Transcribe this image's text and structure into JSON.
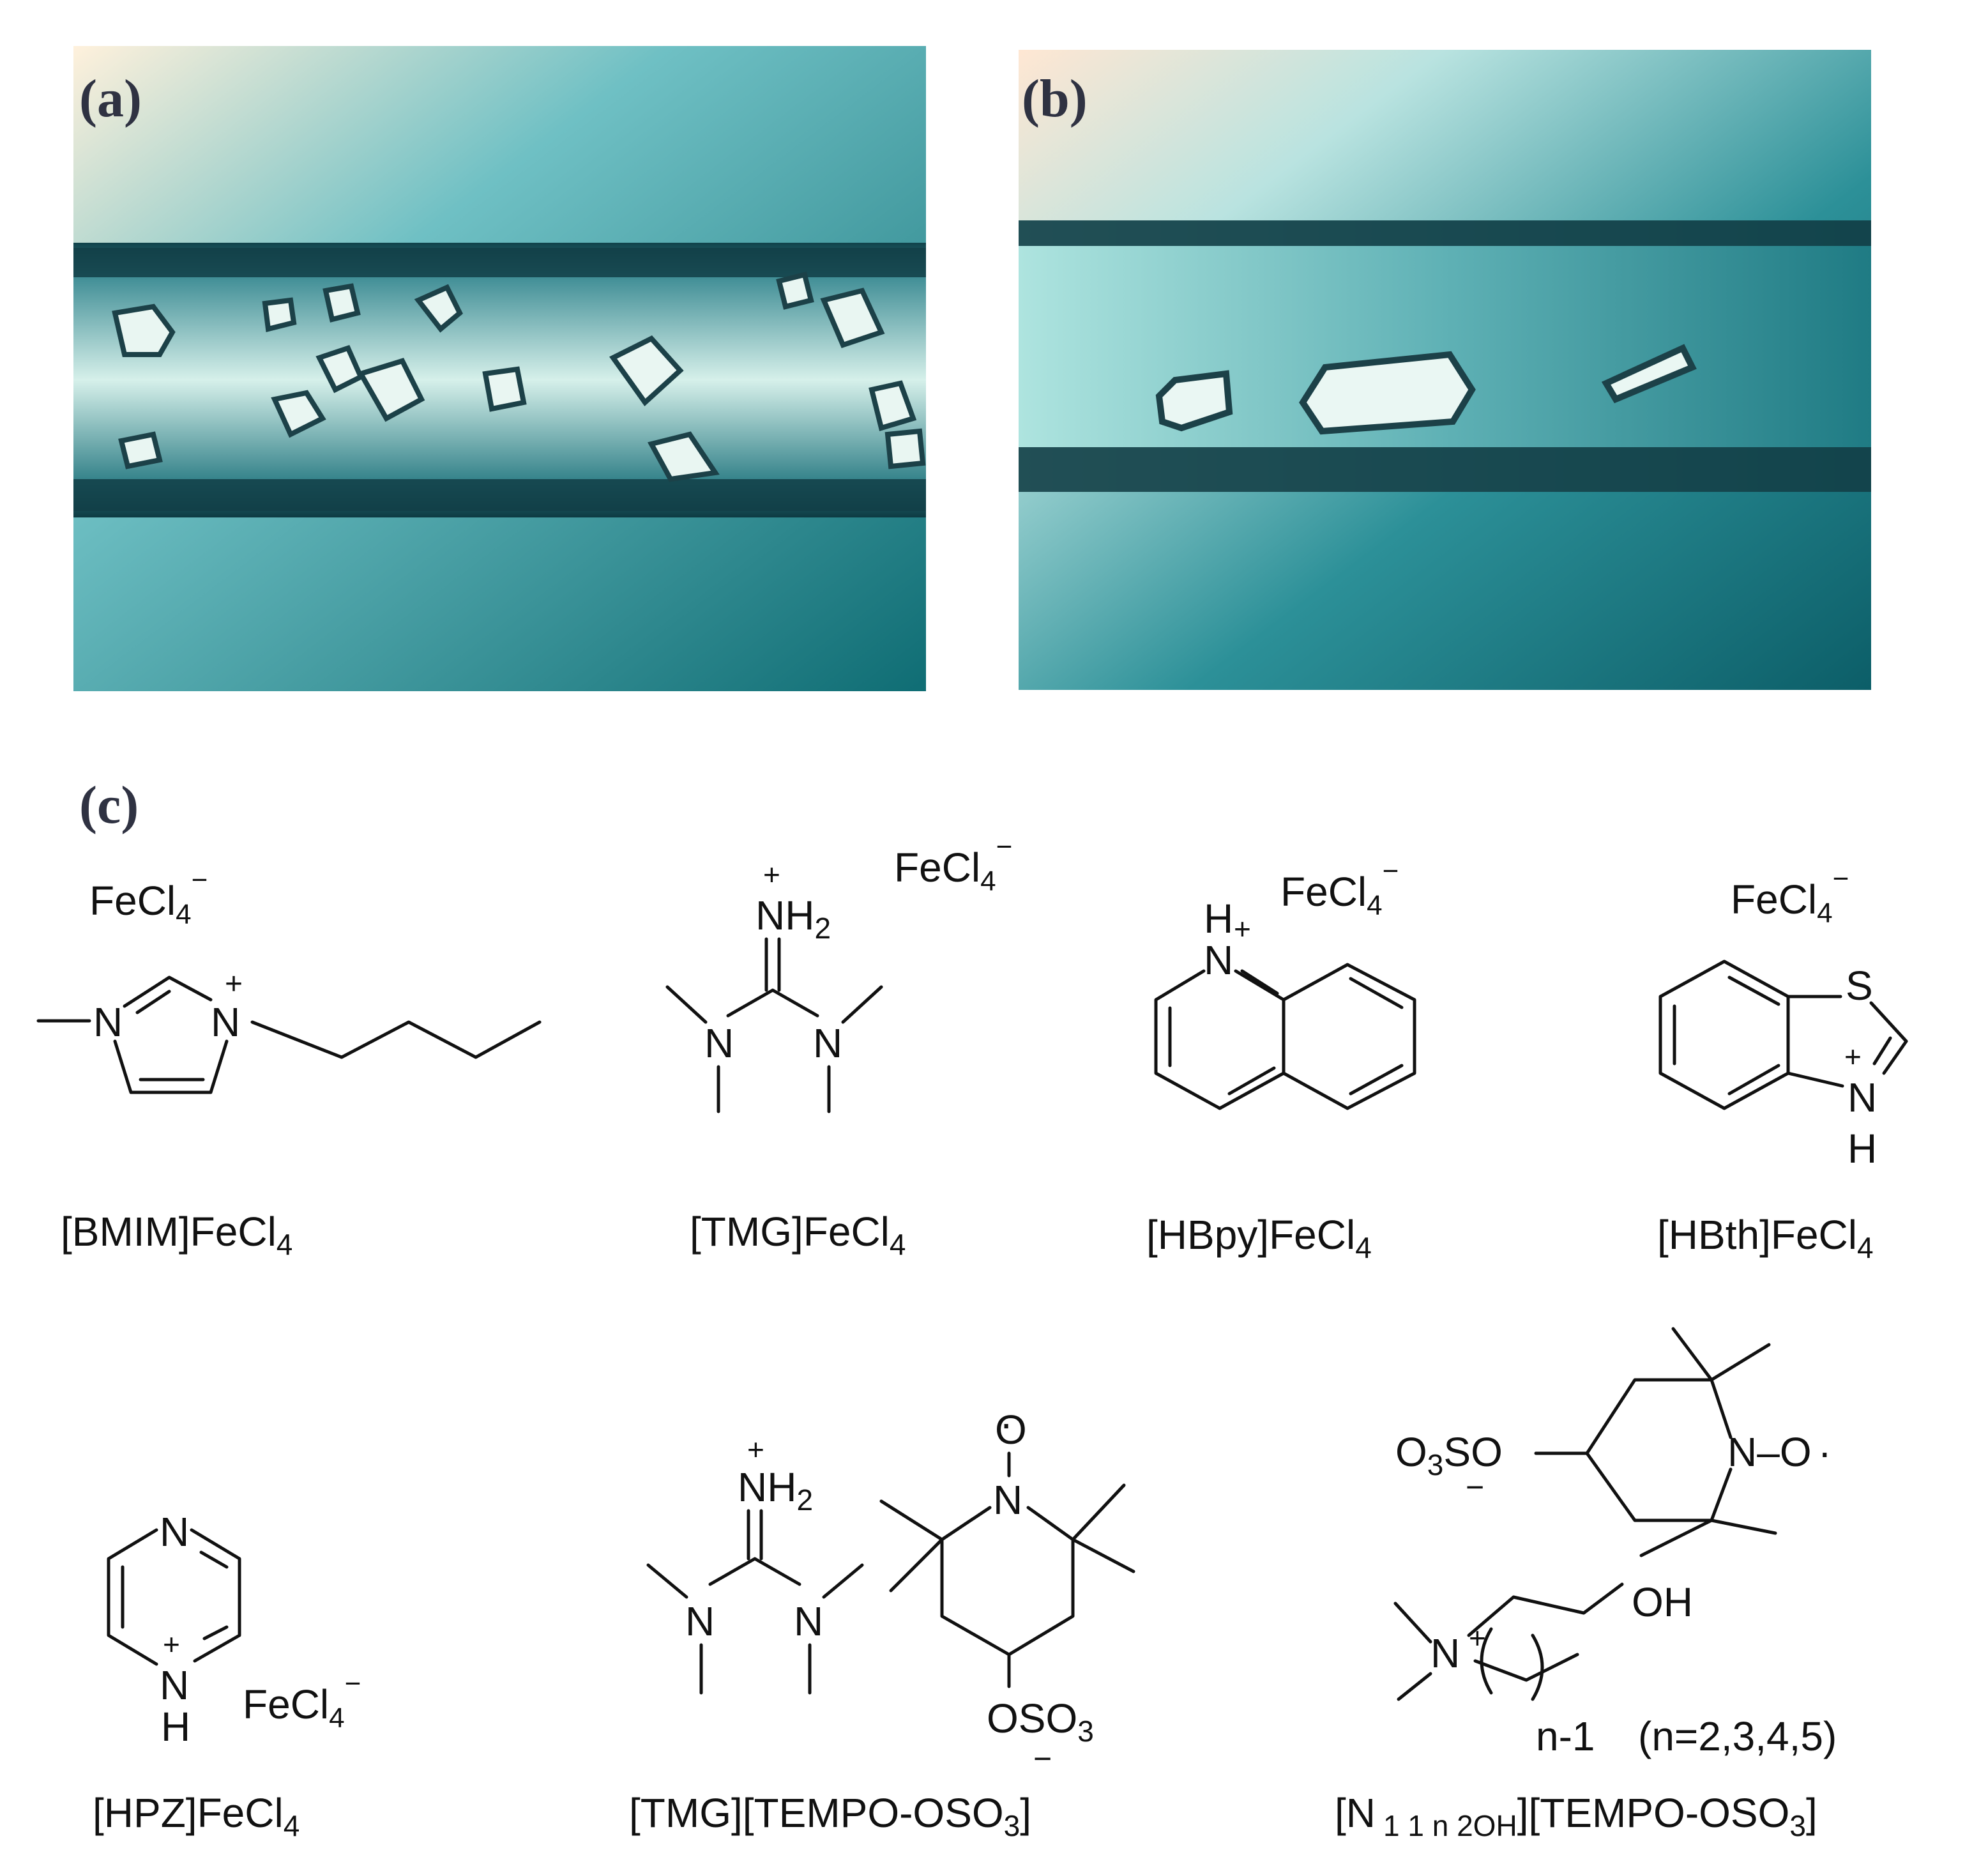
{
  "panels": {
    "a": {
      "label": "(a)"
    },
    "b": {
      "label": "(b)"
    },
    "c": {
      "label": "(c)"
    }
  },
  "anion": {
    "base": "FeCl",
    "sub": "4",
    "charge": "−"
  },
  "atoms": {
    "N": "N",
    "S": "S",
    "H": "H",
    "O": "O",
    "OH": "OH",
    "plus": "+",
    "radical": "·",
    "NH": "NH",
    "two": "2"
  },
  "compounds": [
    {
      "id": "bmim",
      "name_base": "[BMIM]FeCl",
      "name_sub": "4"
    },
    {
      "id": "tmg",
      "name_base": "[TMG]FeCl",
      "name_sub": "4"
    },
    {
      "id": "hbpy",
      "name_base": "[HBpy]FeCl",
      "name_sub": "4"
    },
    {
      "id": "hbth",
      "name_base": "[HBth]FeCl",
      "name_sub": "4"
    },
    {
      "id": "hpz",
      "name_base": "[HPZ]FeCl",
      "name_sub": "4"
    },
    {
      "id": "tmg-tempo",
      "name_base": "[TMG][TEMPO-OSO",
      "name_sub": "3",
      "name_end": "]"
    },
    {
      "id": "n11n2oh-tempo",
      "name_pre": "[N",
      "name_sub": "1 1 n 2OH",
      "name_base": "][TEMPO-OSO",
      "name_sub2": "3",
      "name_end": "]"
    }
  ],
  "tempo_groups": {
    "osulfate_o": "O",
    "osulfate_s": "S",
    "osulfate_o3": "O",
    "sub3": "3",
    "left_o3": "O",
    "left_s": "S",
    "left_o": "O",
    "n_o": "N–O"
  },
  "chain_label": {
    "n1": "n-1",
    "range": "(n=2,3,4,5)"
  }
}
